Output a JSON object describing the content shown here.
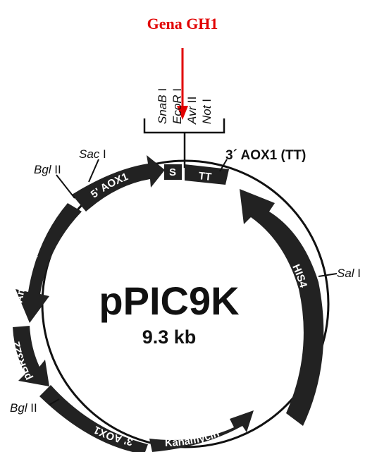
{
  "insert": {
    "label": "Gena GH1",
    "color": "#e10000"
  },
  "plasmid": {
    "name": "pPIC9K",
    "size": "9.3 kb"
  },
  "mcs": [
    {
      "enzyme_italic": "SnaB",
      "suffix": " I"
    },
    {
      "enzyme_italic": "EcoR",
      "suffix": " I"
    },
    {
      "enzyme_italic": "Avr",
      "suffix": " II"
    },
    {
      "enzyme_italic": "Not",
      "suffix": " I"
    }
  ],
  "sites": {
    "sac": {
      "enzyme_italic": "Sac",
      "suffix": " I"
    },
    "bgl_top": {
      "enzyme_italic": "Bgl",
      "suffix": " II"
    },
    "sal": {
      "enzyme_italic": "Sal",
      "suffix": " I"
    },
    "bgl_bottom": {
      "enzyme_italic": "Bgl",
      "suffix": " II"
    }
  },
  "features": {
    "aox5": "5' AOX1",
    "s": "S",
    "tt": "TT",
    "tt_caption": "3´ AOX1 (TT)",
    "his4": "HIS4",
    "kanamycin": "Kanamycin",
    "aox3": "3' AOX1",
    "pbr": "pBR322",
    "ampicillin": "Ampicillin"
  },
  "colors": {
    "feature": "#222222",
    "text_on_feature": "#ffffff",
    "arrow": "#e10000"
  }
}
